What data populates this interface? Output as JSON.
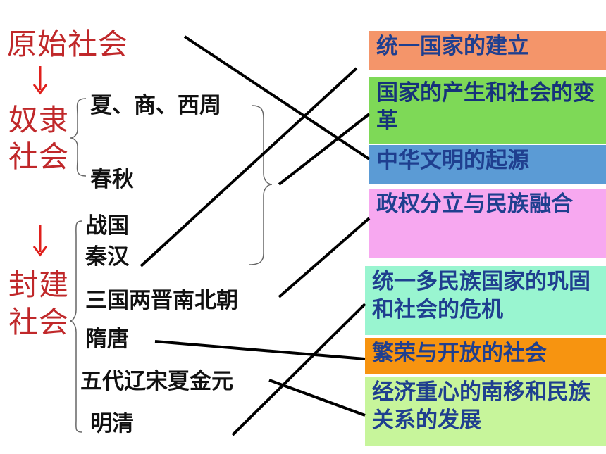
{
  "eras": {
    "primitive": "原始社会",
    "slave_line1": "奴隶",
    "slave_line2": "社会",
    "feudal_line1": "封建",
    "feudal_line2": "社会"
  },
  "periods": {
    "xia_shang_xizhou": "夏、商、西周",
    "chunqiu": "春秋",
    "zhanguo": "战国",
    "qinhan": "秦汉",
    "sanguo": "三国两晋南北朝",
    "suitang": "隋唐",
    "wudai": "五代辽宋夏金元",
    "mingqing": "明清"
  },
  "themes": {
    "t1": "统一国家的建立",
    "t2": "国家的产生和社会的变革",
    "t3": "中华文明的起源",
    "t4": "政权分立与民族融合",
    "t5": "统一多民族国家的巩固和社会的危机",
    "t6": "繁荣与开放的社会",
    "t7": "经济重心的南移和民族关系的发展"
  },
  "colors": {
    "era_text": "#c0282a",
    "arrow": "#e0201c",
    "t1_bg": "#f4956a",
    "t2_bg": "#7ed957",
    "t3_bg": "#5b9bd5",
    "t4_bg": "#f7a8f0",
    "t5_bg": "#99f5d0",
    "t6_bg": "#f79410",
    "t7_bg": "#c7f59b"
  },
  "connections": [
    {
      "from": "原始社会",
      "to": "中华文明的起源"
    },
    {
      "from": "夏、商、西周 / 春秋",
      "to": "国家的产生和社会的变革"
    },
    {
      "from": "秦汉",
      "to": "统一国家的建立"
    },
    {
      "from": "三国两晋南北朝",
      "to": "政权分立与民族融合"
    },
    {
      "from": "隋唐",
      "to": "繁荣与开放的社会"
    },
    {
      "from": "五代辽宋夏金元",
      "to": "经济重心的南移和民族关系的发展"
    },
    {
      "from": "明清",
      "to": "统一多民族国家的巩固和社会的危机"
    }
  ]
}
